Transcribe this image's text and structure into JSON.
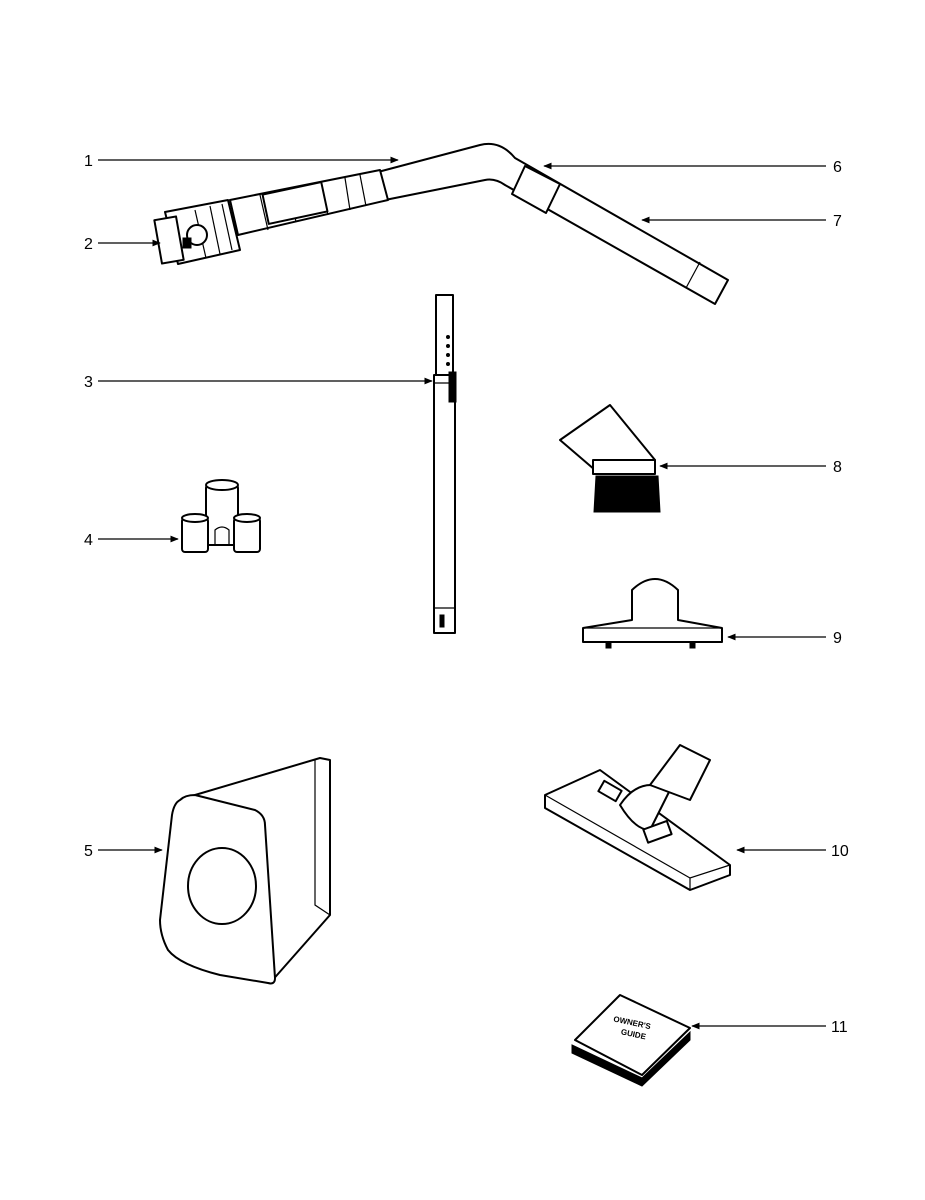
{
  "callouts": [
    {
      "id": "1",
      "label": "1"
    },
    {
      "id": "2",
      "label": "2"
    },
    {
      "id": "3",
      "label": "3"
    },
    {
      "id": "4",
      "label": "4"
    },
    {
      "id": "5",
      "label": "5"
    },
    {
      "id": "6",
      "label": "6"
    },
    {
      "id": "7",
      "label": "7"
    },
    {
      "id": "8",
      "label": "8"
    },
    {
      "id": "9",
      "label": "9"
    },
    {
      "id": "10",
      "label": "10"
    },
    {
      "id": "11",
      "label": "11"
    }
  ],
  "book": {
    "line1": "OWNER'S",
    "line2": "GUIDE"
  }
}
